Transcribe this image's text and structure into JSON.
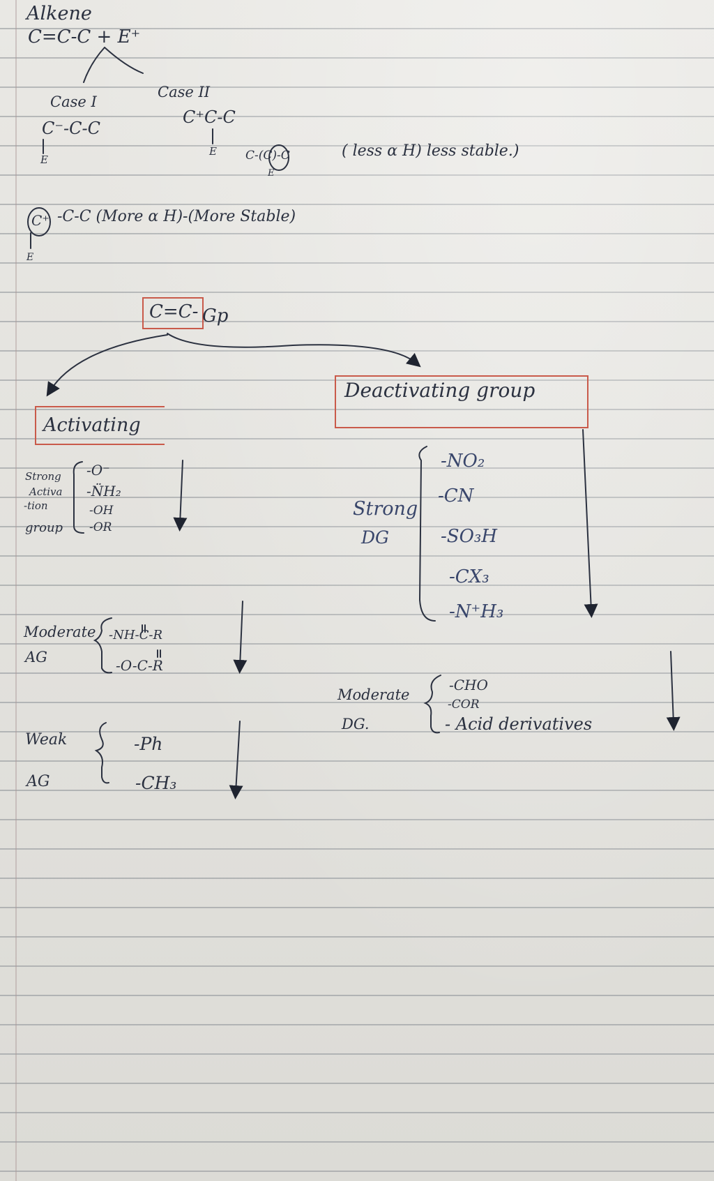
{
  "alkene": {
    "heading": "Alkene",
    "reaction": "C=C-C  +  E⁺",
    "case1_label": "Case I",
    "case1_structure": "C⁻-C-C",
    "case1_e": "E",
    "case2_label": "Case II",
    "case2_structure": "C⁺C-C",
    "case2_e": "E",
    "carbocation_secondary": "C-(C)-C",
    "carbocation_secondary_e": "E",
    "less_note": "( less α H)  less stable.)",
    "more_ring": "C⁺",
    "more_note": "-C-C  (More  α H)-(More  Stable)",
    "more_e": "E"
  },
  "groups": {
    "center_box": "C=C-",
    "center_gp": "Gp",
    "activating_title": "Activating",
    "deactivating_title": "Deactivating  group",
    "strong_ag_label": [
      "Strong",
      "Activa",
      "-tion",
      "group"
    ],
    "strong_ag_items": [
      "-O⁻",
      "-N̈H₂",
      "-OH",
      "-OR"
    ],
    "moderate_ag_label": [
      "Moderate",
      "AG"
    ],
    "moderate_ag_items": [
      "-NH-C-R",
      "-O-C-R"
    ],
    "weak_ag_label": [
      "Weak",
      "AG"
    ],
    "weak_ag_items": [
      "-Ph",
      "-CH₃"
    ],
    "strong_dg_label": [
      "Strong",
      "DG"
    ],
    "strong_dg_items": [
      "-NO₂",
      "-CN",
      "-SO₃H",
      "-CX₃",
      "-N⁺H₃"
    ],
    "moderate_dg_label": [
      "Moderate",
      "DG."
    ],
    "moderate_dg_items": [
      "-CHO",
      "-COR",
      "- Acid derivatives"
    ]
  },
  "colors": {
    "ink": "#2b3140",
    "box_border": "#c95a4a",
    "ruling": "#8c9196"
  }
}
